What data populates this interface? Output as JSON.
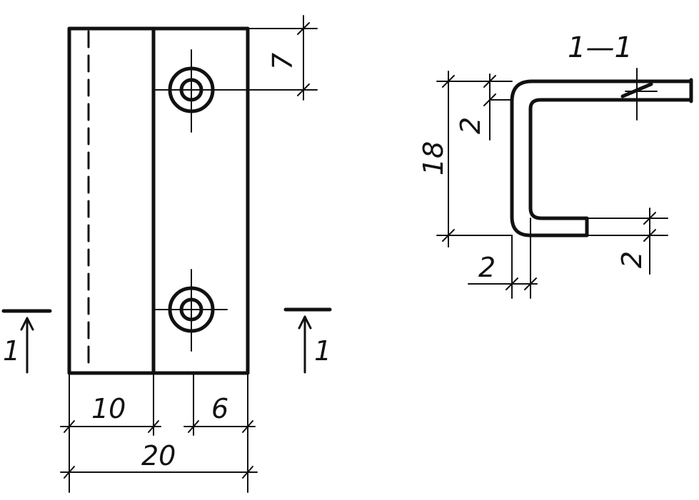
{
  "front_view": {
    "dimensions": {
      "left_width": "10",
      "hole_offset": "6",
      "overall_width": "20",
      "top_offset": "7"
    },
    "section_marker_left": "1",
    "section_marker_right": "1"
  },
  "section_view": {
    "title": "1—1",
    "dimensions": {
      "height": "18",
      "top_thickness": "2",
      "wall_thickness": "2",
      "bottom_thickness": "2"
    }
  },
  "colors": {
    "line": "#111111",
    "background": "#ffffff"
  }
}
